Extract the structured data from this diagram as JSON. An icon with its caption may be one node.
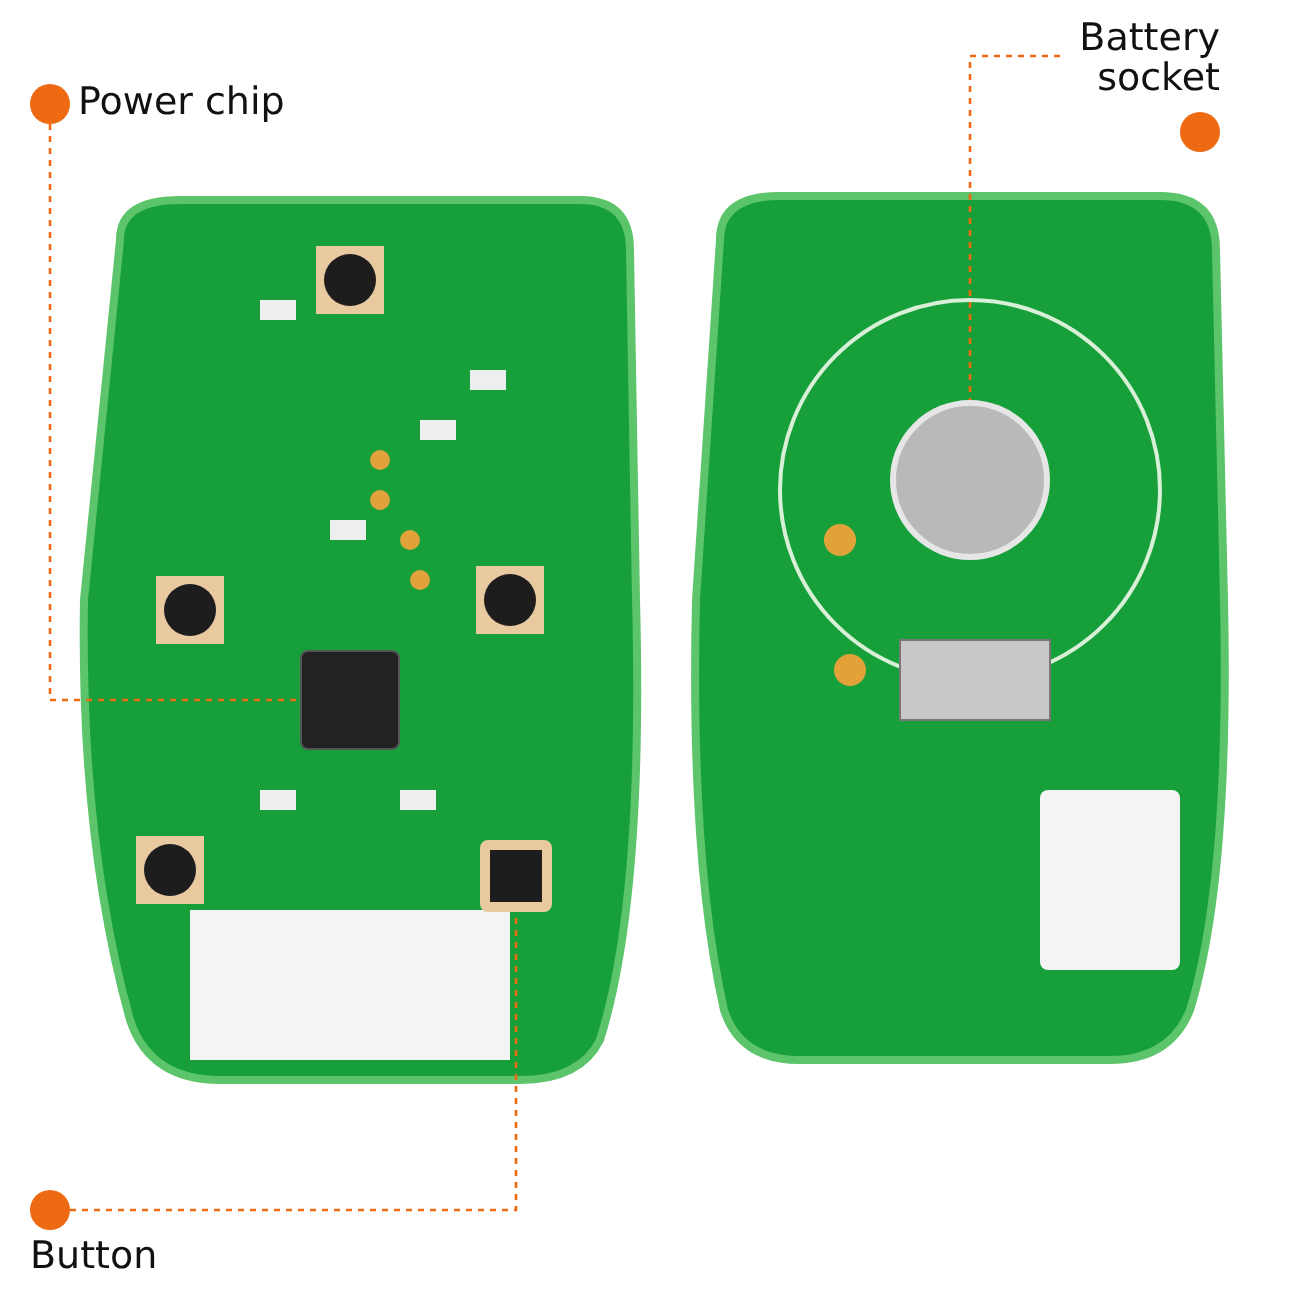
{
  "diagram": {
    "nodes": [
      {
        "text": [
          "Power chip"
        ]
      },
      {
        "text": [
          "Battery socket"
        ]
      },
      {
        "text": [
          "Button"
        ]
      },
      {
        "text": [],
        "shape": "box"
      },
      {
        "text": [],
        "shape": "circle"
      },
      {
        "text": [],
        "shape": "box"
      }
    ],
    "edges": [
      {
        "from": 0,
        "to": 3,
        "arrow": "none",
        "style": "dashed"
      },
      {
        "from": 1,
        "to": 4,
        "arrow": "none",
        "style": "dashed"
      },
      {
        "from": 2,
        "to": 5,
        "arrow": "none",
        "style": "dashed"
      }
    ]
  }
}
